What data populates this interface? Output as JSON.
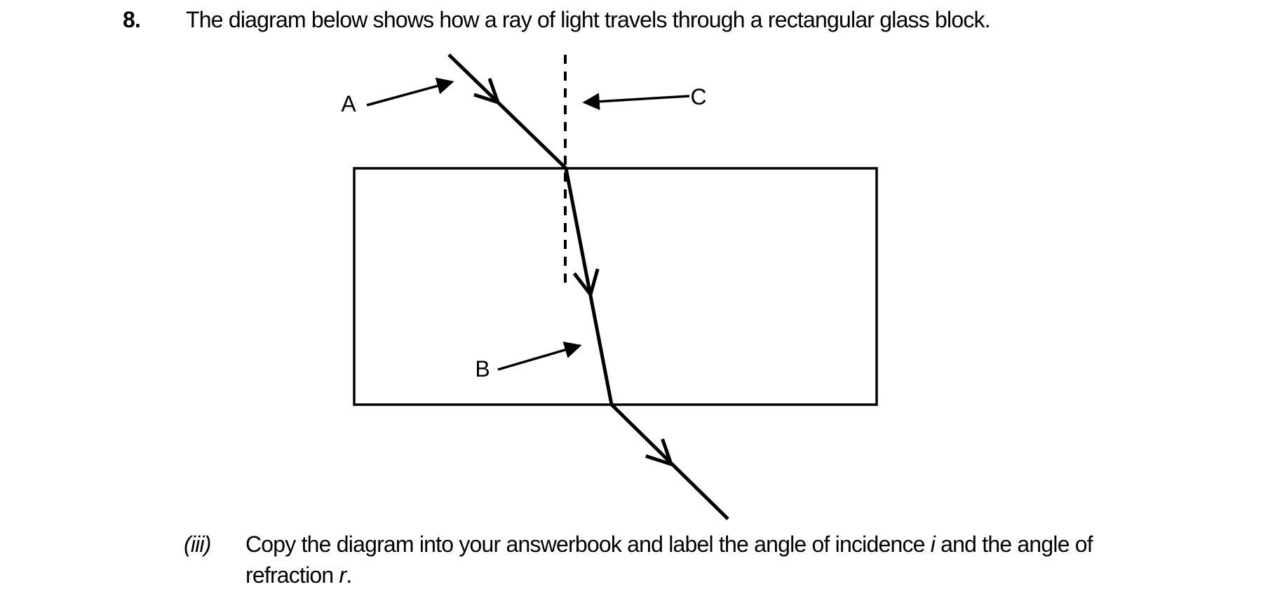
{
  "question": {
    "number": "8.",
    "text": "The diagram below shows how a ray of light travels through a rectangular glass block."
  },
  "diagram": {
    "label_a": "A",
    "label_b": "B",
    "label_c": "C",
    "line_color": "#000000",
    "background_color": "#ffffff"
  },
  "subquestion": {
    "marker": "(iii)",
    "part1": "Copy the diagram into your answerbook and label the angle of incidence ",
    "italic_i": "i",
    "part2": " and the angle of refraction ",
    "italic_r": "r",
    "part3": "."
  }
}
